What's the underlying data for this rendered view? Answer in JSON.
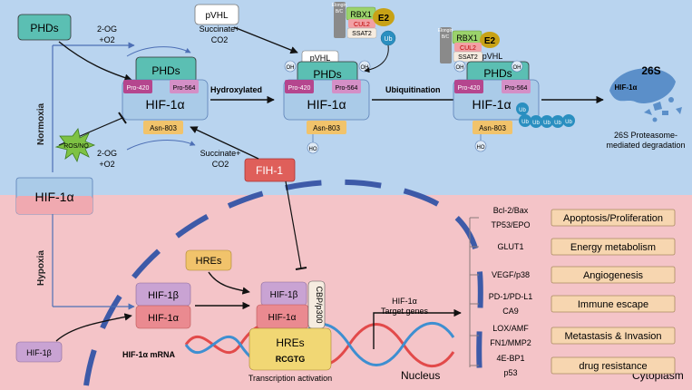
{
  "colors": {
    "normoxia_bg": "#b9d4ef",
    "hypoxia_bg": "#f4c4c8",
    "phd": "#5bbfb3",
    "hif1a": "#aacbe8",
    "hif1b": "#c9a3d3",
    "pro420": "#b5468e",
    "pro564": "#d48fc6",
    "asn803": "#f1c36b",
    "fih1": "#df5f5a",
    "ub": "#2a8fc0",
    "outcome": "#f7d6b0",
    "membrane": "#3d5aa8"
  },
  "normoxia": {
    "label": "Normoxia",
    "phds_box": "PHDs",
    "pvhl_box": "pVHL",
    "cofactors_in": [
      "2-OG",
      "+O2"
    ],
    "cofactors_out": [
      "Succinate+",
      "CO2"
    ],
    "cofactors_in_2": [
      "2-OG",
      "+O2"
    ],
    "cofactors_out_2": [
      "Succinate+",
      "CO2"
    ],
    "ros_no": "ROS/NO",
    "hydroxylated": "Hydroxylated",
    "ubiquitination": "Ubiquitination",
    "fih1": "FIH-1",
    "proteasome_label": "26S",
    "proteasome_hif": "HIF-1α",
    "degradation": [
      "26S Proteasome-",
      "mediated degradation"
    ]
  },
  "complex": {
    "phds": "PHDs",
    "pvhl": "pVHL",
    "hif1a": "HIF-1α",
    "pro420": "Pro-420",
    "pro564": "Pro-564",
    "asn803": "Asn-803",
    "oh": "OH",
    "ho": "HO",
    "rbx1": "RBX1",
    "cul2": "CUL2",
    "ssat2": "SSAT2",
    "elongin": [
      "Elongin",
      "B/C"
    ],
    "e2": "E2",
    "ub": "Ub"
  },
  "hypoxia": {
    "label": "Hypoxia",
    "hif1a_main": "HIF-1α",
    "hif1b_small": "HIF-1β",
    "hres_box": "HREs",
    "dimer_b": "HIF-1β",
    "dimer_a": "HIF-1α",
    "mrna": "HIF-1α mRNA",
    "cbp": "CBP/p300",
    "hres_dna": "HREs",
    "rcgtg": "RCGTG",
    "transcription": "Transcription activation",
    "target": [
      "HIF-1α",
      "Target genes"
    ],
    "nucleus": "Nucleus",
    "cytoplasm": "Cytoplasm"
  },
  "targets": [
    {
      "genes": [
        "Bcl-2/Bax",
        "TP53/EPO"
      ],
      "outcome": "Apoptosis/Proliferation"
    },
    {
      "genes": [
        "GLUT1"
      ],
      "outcome": "Energy metabolism"
    },
    {
      "genes": [
        "VEGF/p38"
      ],
      "outcome": "Angiogenesis"
    },
    {
      "genes": [
        "PD-1/PD-L1",
        "CA9"
      ],
      "outcome": "Immune escape"
    },
    {
      "genes": [
        "LOX/AMF",
        "FN1/MMP2"
      ],
      "outcome": "Metastasis & Invasion"
    },
    {
      "genes": [
        "4E-BP1",
        "p53"
      ],
      "outcome": "drug resistance"
    }
  ]
}
